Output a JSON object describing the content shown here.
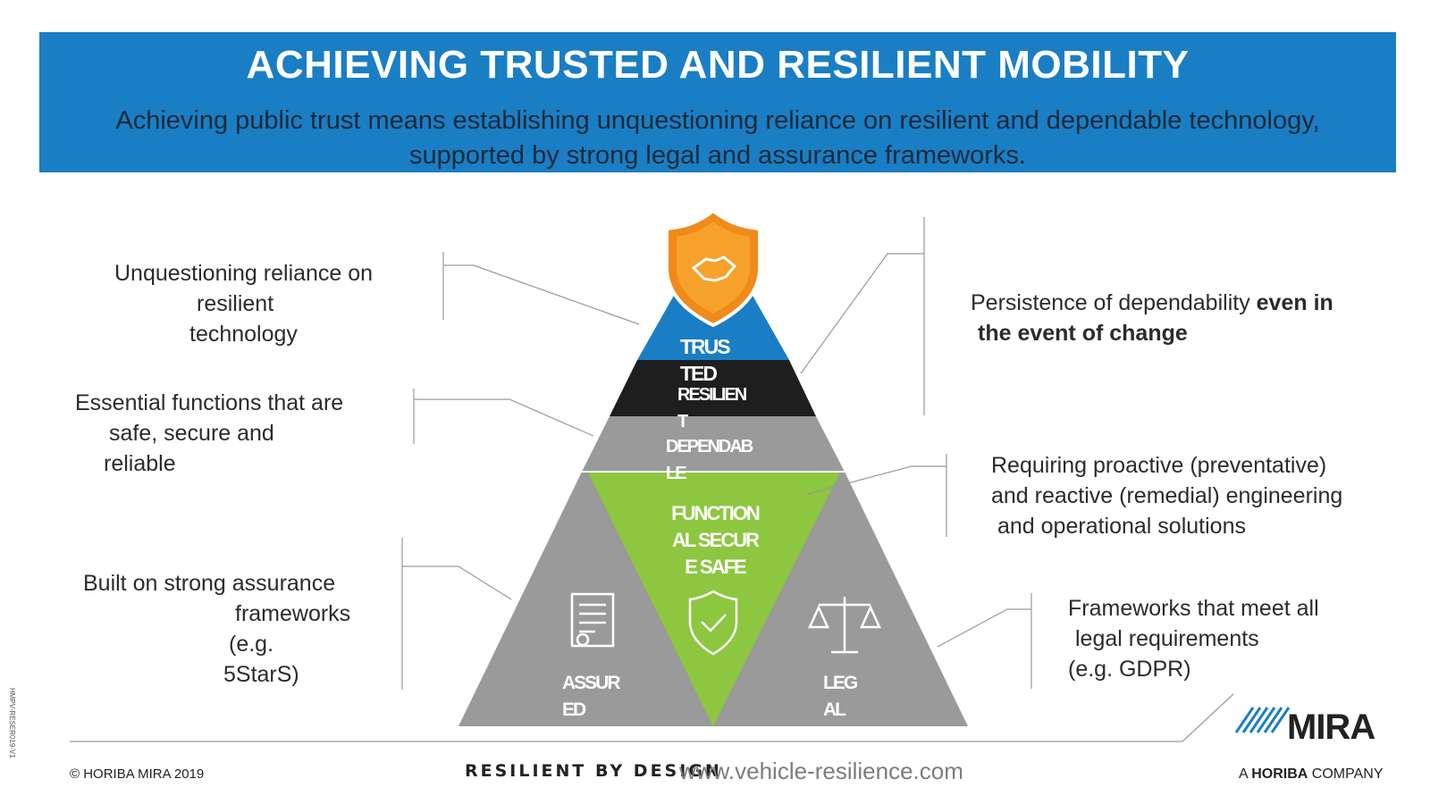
{
  "banner": {
    "title": "ACHIEVING TRUSTED AND RESILIENT MOBILITY",
    "subtitle_line1": "Achieving public trust means establishing unquestioning reliance on resilient and dependable technology,",
    "subtitle_line2": "supported by strong legal and assurance frameworks."
  },
  "notes_left": [
    {
      "lines": [
        "Unquestioning reliance on",
        "resilient",
        "technology"
      ]
    },
    {
      "lines": [
        "Essential functions that are",
        "safe, secure and",
        "reliable"
      ]
    },
    {
      "lines": [
        "Built on strong assurance",
        "frameworks",
        "(e.g.",
        "5StarS)"
      ]
    }
  ],
  "notes_right": [
    {
      "plain": "Persistence of dependability ",
      "bold1": "even in",
      "bold2": "the event of change"
    },
    {
      "lines": [
        "Requiring proactive (preventative)",
        "and reactive (remedial) engineering",
        "and operational solutions"
      ]
    },
    {
      "lines": [
        "Frameworks that meet all",
        "legal requirements",
        "(e.g. GDPR)"
      ]
    }
  ],
  "pyramid": {
    "trusted": "TRUSTED",
    "resilient": "RESILIENT",
    "dependable": "DEPENDABLE",
    "functional": "FUNCTIONAL SECURE SAFE",
    "assured": "ASSURED",
    "legal": "LEGAL"
  },
  "icons": [
    "handshake-shield-icon",
    "certificate-icon",
    "shield-check-icon",
    "scales-icon"
  ],
  "colors": {
    "banner_blue": "#1a7ec4",
    "trusted_blue": "#1a7ec4",
    "resilient_black": "#1e1e1e",
    "grey": "#9a9a9a",
    "green": "#8dc63f",
    "shield_orange": "#f08a18"
  },
  "footer": {
    "copyright": "© HORIBA MIRA 2019",
    "tagline": "RESILIENT BY DESIGN",
    "url": "www.vehicle-resilience.com",
    "logo": "MIRA",
    "company_pre": "A ",
    "company_bold": "HORIBA",
    "company_post": " COMPANY",
    "doc_code": "HMPV-RESER019-V1"
  }
}
